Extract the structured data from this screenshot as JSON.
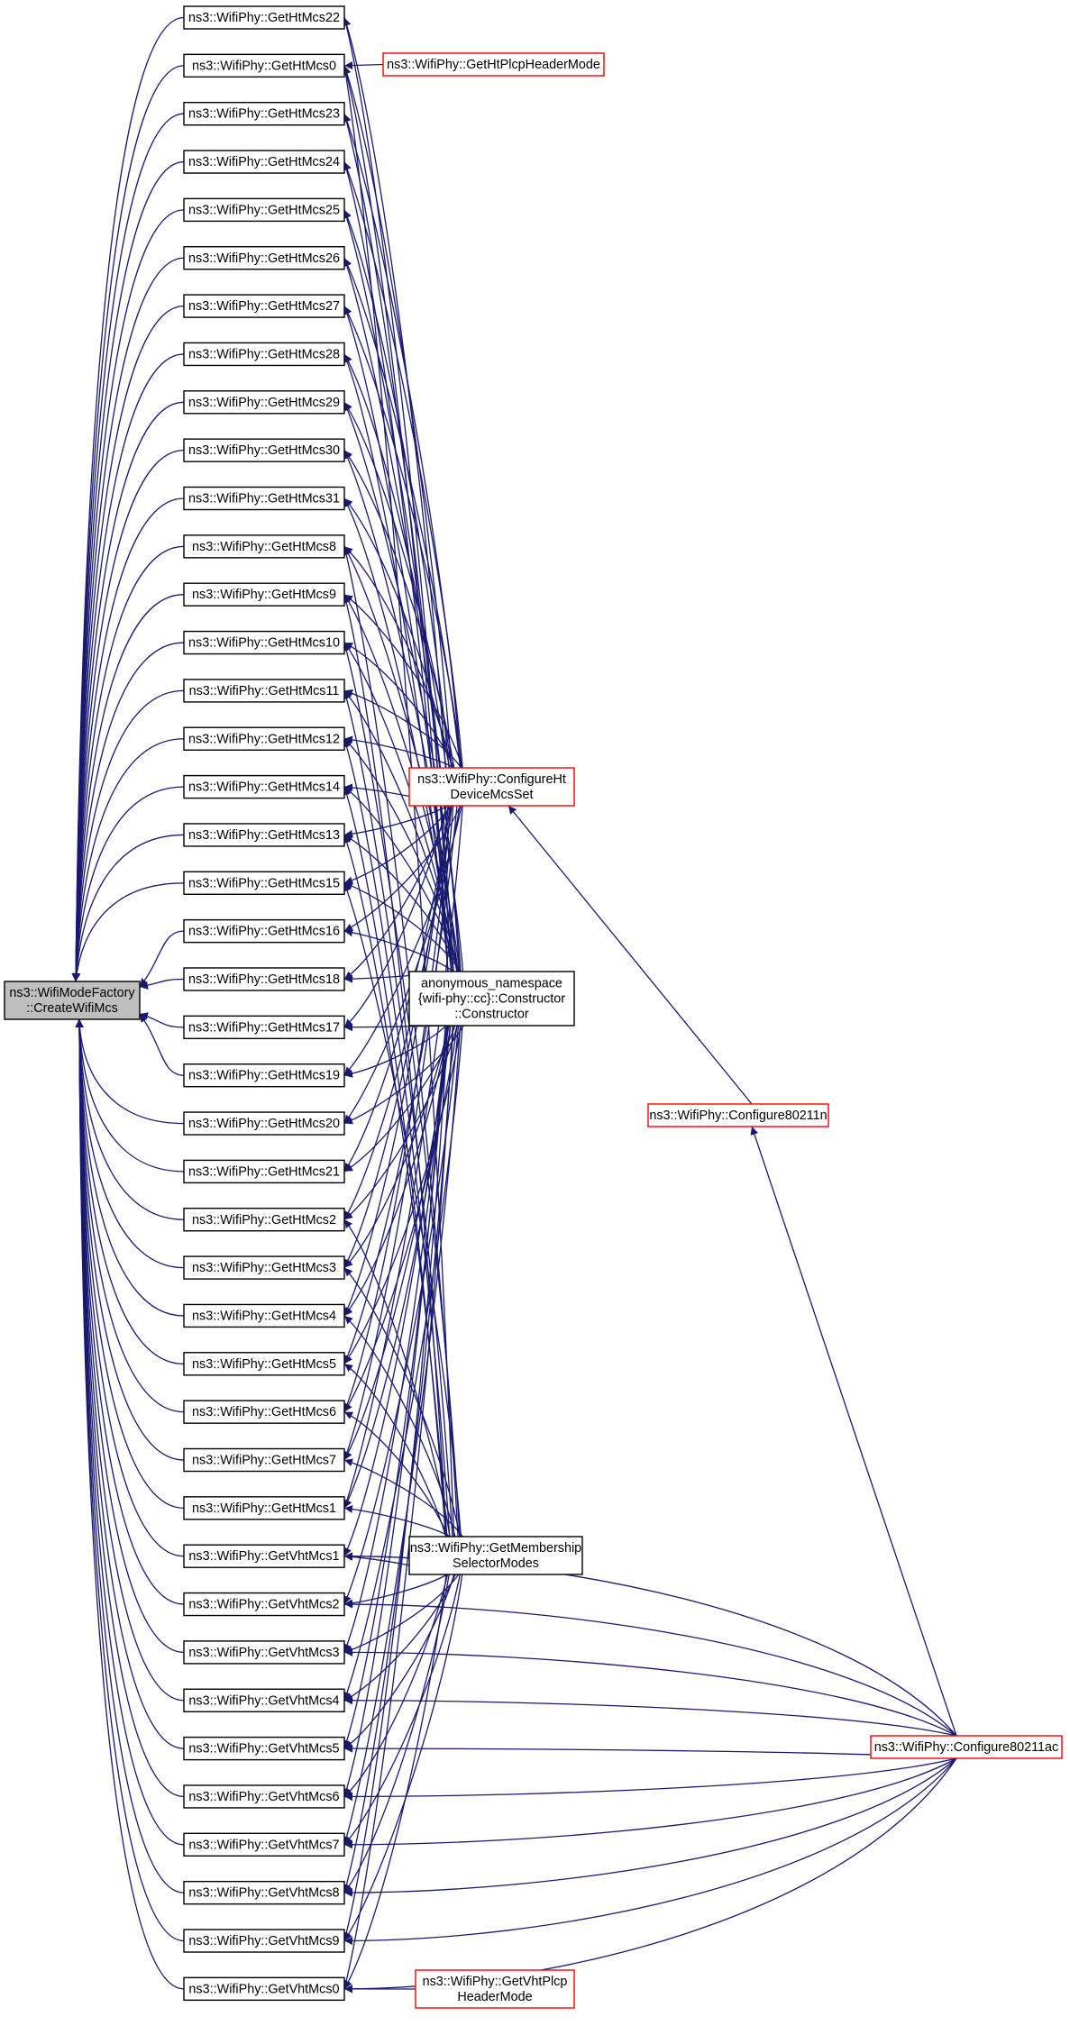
{
  "graph": {
    "nodes": [
      {
        "id": "n_cwm",
        "lines": [
          "ns3::WifiModeFactory",
          "::CreateWifiMcs"
        ],
        "style": "focus"
      },
      {
        "id": "n_ht22",
        "lines": [
          "ns3::WifiPhy::GetHtMcs22"
        ],
        "style": "black"
      },
      {
        "id": "n_ht0",
        "lines": [
          "ns3::WifiPhy::GetHtMcs0"
        ],
        "style": "black"
      },
      {
        "id": "n_ht23",
        "lines": [
          "ns3::WifiPhy::GetHtMcs23"
        ],
        "style": "black"
      },
      {
        "id": "n_ht24",
        "lines": [
          "ns3::WifiPhy::GetHtMcs24"
        ],
        "style": "black"
      },
      {
        "id": "n_ht25",
        "lines": [
          "ns3::WifiPhy::GetHtMcs25"
        ],
        "style": "black"
      },
      {
        "id": "n_ht26",
        "lines": [
          "ns3::WifiPhy::GetHtMcs26"
        ],
        "style": "black"
      },
      {
        "id": "n_ht27",
        "lines": [
          "ns3::WifiPhy::GetHtMcs27"
        ],
        "style": "black"
      },
      {
        "id": "n_ht28",
        "lines": [
          "ns3::WifiPhy::GetHtMcs28"
        ],
        "style": "black"
      },
      {
        "id": "n_ht29",
        "lines": [
          "ns3::WifiPhy::GetHtMcs29"
        ],
        "style": "black"
      },
      {
        "id": "n_ht30",
        "lines": [
          "ns3::WifiPhy::GetHtMcs30"
        ],
        "style": "black"
      },
      {
        "id": "n_ht31",
        "lines": [
          "ns3::WifiPhy::GetHtMcs31"
        ],
        "style": "black"
      },
      {
        "id": "n_ht8",
        "lines": [
          "ns3::WifiPhy::GetHtMcs8"
        ],
        "style": "black"
      },
      {
        "id": "n_ht9",
        "lines": [
          "ns3::WifiPhy::GetHtMcs9"
        ],
        "style": "black"
      },
      {
        "id": "n_ht10",
        "lines": [
          "ns3::WifiPhy::GetHtMcs10"
        ],
        "style": "black"
      },
      {
        "id": "n_ht11",
        "lines": [
          "ns3::WifiPhy::GetHtMcs11"
        ],
        "style": "black"
      },
      {
        "id": "n_ht12",
        "lines": [
          "ns3::WifiPhy::GetHtMcs12"
        ],
        "style": "black"
      },
      {
        "id": "n_ht14",
        "lines": [
          "ns3::WifiPhy::GetHtMcs14"
        ],
        "style": "black"
      },
      {
        "id": "n_ht13",
        "lines": [
          "ns3::WifiPhy::GetHtMcs13"
        ],
        "style": "black"
      },
      {
        "id": "n_ht15",
        "lines": [
          "ns3::WifiPhy::GetHtMcs15"
        ],
        "style": "black"
      },
      {
        "id": "n_ht16",
        "lines": [
          "ns3::WifiPhy::GetHtMcs16"
        ],
        "style": "black"
      },
      {
        "id": "n_ht18",
        "lines": [
          "ns3::WifiPhy::GetHtMcs18"
        ],
        "style": "black"
      },
      {
        "id": "n_ht17",
        "lines": [
          "ns3::WifiPhy::GetHtMcs17"
        ],
        "style": "black"
      },
      {
        "id": "n_ht19",
        "lines": [
          "ns3::WifiPhy::GetHtMcs19"
        ],
        "style": "black"
      },
      {
        "id": "n_ht20",
        "lines": [
          "ns3::WifiPhy::GetHtMcs20"
        ],
        "style": "black"
      },
      {
        "id": "n_ht21",
        "lines": [
          "ns3::WifiPhy::GetHtMcs21"
        ],
        "style": "black"
      },
      {
        "id": "n_ht2",
        "lines": [
          "ns3::WifiPhy::GetHtMcs2"
        ],
        "style": "black"
      },
      {
        "id": "n_ht3",
        "lines": [
          "ns3::WifiPhy::GetHtMcs3"
        ],
        "style": "black"
      },
      {
        "id": "n_ht4",
        "lines": [
          "ns3::WifiPhy::GetHtMcs4"
        ],
        "style": "black"
      },
      {
        "id": "n_ht5",
        "lines": [
          "ns3::WifiPhy::GetHtMcs5"
        ],
        "style": "black"
      },
      {
        "id": "n_ht6",
        "lines": [
          "ns3::WifiPhy::GetHtMcs6"
        ],
        "style": "black"
      },
      {
        "id": "n_ht7",
        "lines": [
          "ns3::WifiPhy::GetHtMcs7"
        ],
        "style": "black"
      },
      {
        "id": "n_ht1",
        "lines": [
          "ns3::WifiPhy::GetHtMcs1"
        ],
        "style": "black"
      },
      {
        "id": "n_vht1",
        "lines": [
          "ns3::WifiPhy::GetVhtMcs1"
        ],
        "style": "black"
      },
      {
        "id": "n_vht2",
        "lines": [
          "ns3::WifiPhy::GetVhtMcs2"
        ],
        "style": "black"
      },
      {
        "id": "n_vht3",
        "lines": [
          "ns3::WifiPhy::GetVhtMcs3"
        ],
        "style": "black"
      },
      {
        "id": "n_vht4",
        "lines": [
          "ns3::WifiPhy::GetVhtMcs4"
        ],
        "style": "black"
      },
      {
        "id": "n_vht5",
        "lines": [
          "ns3::WifiPhy::GetVhtMcs5"
        ],
        "style": "black"
      },
      {
        "id": "n_vht6",
        "lines": [
          "ns3::WifiPhy::GetVhtMcs6"
        ],
        "style": "black"
      },
      {
        "id": "n_vht7",
        "lines": [
          "ns3::WifiPhy::GetVhtMcs7"
        ],
        "style": "black"
      },
      {
        "id": "n_vht8",
        "lines": [
          "ns3::WifiPhy::GetVhtMcs8"
        ],
        "style": "black"
      },
      {
        "id": "n_vht9",
        "lines": [
          "ns3::WifiPhy::GetVhtMcs9"
        ],
        "style": "black"
      },
      {
        "id": "n_vht0",
        "lines": [
          "ns3::WifiPhy::GetVhtMcs0"
        ],
        "style": "black"
      },
      {
        "id": "n_htplcp",
        "lines": [
          "ns3::WifiPhy::GetHtPlcpHeaderMode"
        ],
        "style": "red"
      },
      {
        "id": "n_cfght",
        "lines": [
          "ns3::WifiPhy::ConfigureHt",
          "DeviceMcsSet"
        ],
        "style": "red"
      },
      {
        "id": "n_anon",
        "lines": [
          "anonymous_namespace",
          "{wifi-phy::cc}::Constructor",
          "::Constructor"
        ],
        "style": "black"
      },
      {
        "id": "n_c11n",
        "lines": [
          "ns3::WifiPhy::Configure80211n"
        ],
        "style": "red"
      },
      {
        "id": "n_gms",
        "lines": [
          "ns3::WifiPhy::GetMembership",
          "SelectorModes"
        ],
        "style": "black"
      },
      {
        "id": "n_c11ac",
        "lines": [
          "ns3::WifiPhy::Configure80211ac"
        ],
        "style": "red"
      },
      {
        "id": "n_vhtplcp",
        "lines": [
          "ns3::WifiPhy::GetVhtPlcp",
          "HeaderMode"
        ],
        "style": "red"
      }
    ]
  }
}
